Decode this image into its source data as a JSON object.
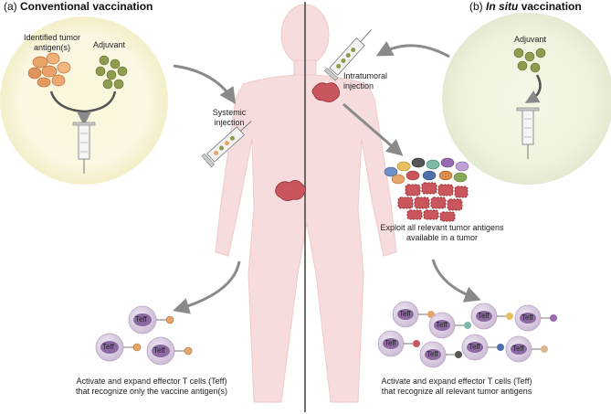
{
  "left": {
    "tag": "(a)",
    "title": "Conventional vaccination",
    "antigen_label": "Identified tumor antigen(s)",
    "adjuvant_label": "Adjuvant",
    "injection_label": "Systemic injection",
    "caption_line1": "Activate and expand effector T cells (Teff)",
    "caption_line2": "that recognize only the vaccine antigen(s)",
    "teff_label": "Teff"
  },
  "right": {
    "tag": "(b)",
    "title_italic": "In situ",
    "title_rest": " vaccination",
    "adjuvant_label": "Adjuvant",
    "injection_label": "Intratumoral injection",
    "exploit_line1": "Exploit all relevant tumor antigens",
    "exploit_line2": "available in a tumor",
    "caption_line1": "Activate and expand effector T cells (Teff)",
    "caption_line2": "that recognize all relevant tumor antigens",
    "teff_label": "Teff"
  },
  "colors": {
    "body": "#f6dede",
    "left_circle": "#fbf6d6",
    "right_circle": "#eef3dc",
    "tumor": "#c8565c",
    "adjuvant": "#8a9a4a",
    "teff_cell": "#dcd0e2",
    "arrow": "#888888"
  }
}
